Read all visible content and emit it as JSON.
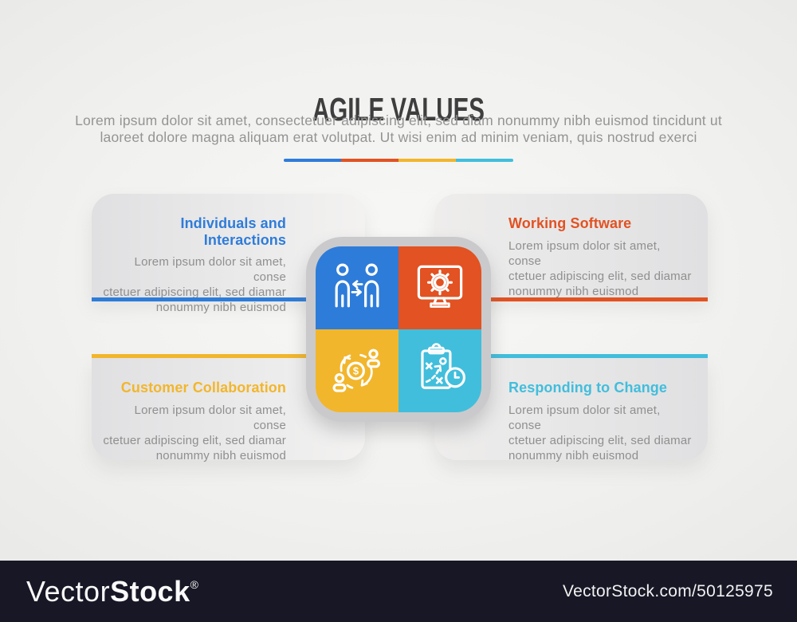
{
  "header": {
    "title": "AGILE VALUES",
    "subtitle": "Lorem ipsum dolor sit amet, consectetuer adipiscing elit, sed diam nonummy nibh euismod tincidunt ut\nlaoreet dolore magna aliquam erat volutpat. Ut wisi enim ad minim veniam, quis nostrud exerci"
  },
  "divider": {
    "colors": [
      "#2E7CD9",
      "#E25222",
      "#F2B62C",
      "#41BEDC"
    ]
  },
  "quadrants": [
    {
      "key": "individuals-and-interactions",
      "position": "top-left",
      "title": "Individuals and Interactions",
      "body": "Lorem ipsum dolor sit amet, conse\nctetuer adipiscing elit, sed diamar\nnonummy nibh euismod",
      "color": "#2E7CD9",
      "icon": "people-exchange-icon"
    },
    {
      "key": "working-software",
      "position": "top-right",
      "title": "Working Software",
      "body": "Lorem ipsum dolor sit amet, conse\nctetuer adipiscing elit, sed diamar\nnonummy nibh euismod",
      "color": "#E25222",
      "icon": "monitor-gear-icon"
    },
    {
      "key": "customer-collaboration",
      "position": "bottom-left",
      "title": "Customer Collaboration",
      "body": "Lorem ipsum dolor sit amet, conse\nctetuer adipiscing elit, sed diamar\nnonummy nibh euismod",
      "color": "#F2B62C",
      "icon": "money-cycle-icon"
    },
    {
      "key": "responding-to-change",
      "position": "bottom-right",
      "title": "Responding to Change",
      "body": "Lorem ipsum dolor sit amet, conse\nctetuer adipiscing elit, sed diamar\nnonummy nibh euismod",
      "color": "#41BEDC",
      "icon": "strategy-clock-icon"
    }
  ],
  "center": {
    "currency_symbol": "$",
    "panel_color": "#CACACC"
  },
  "watermark": {
    "brand_regular": "Vector",
    "brand_bold": "Stock",
    "registered_mark": "®",
    "site_ref": "VectorStock.com/50125975",
    "bar_color": "#171726"
  }
}
